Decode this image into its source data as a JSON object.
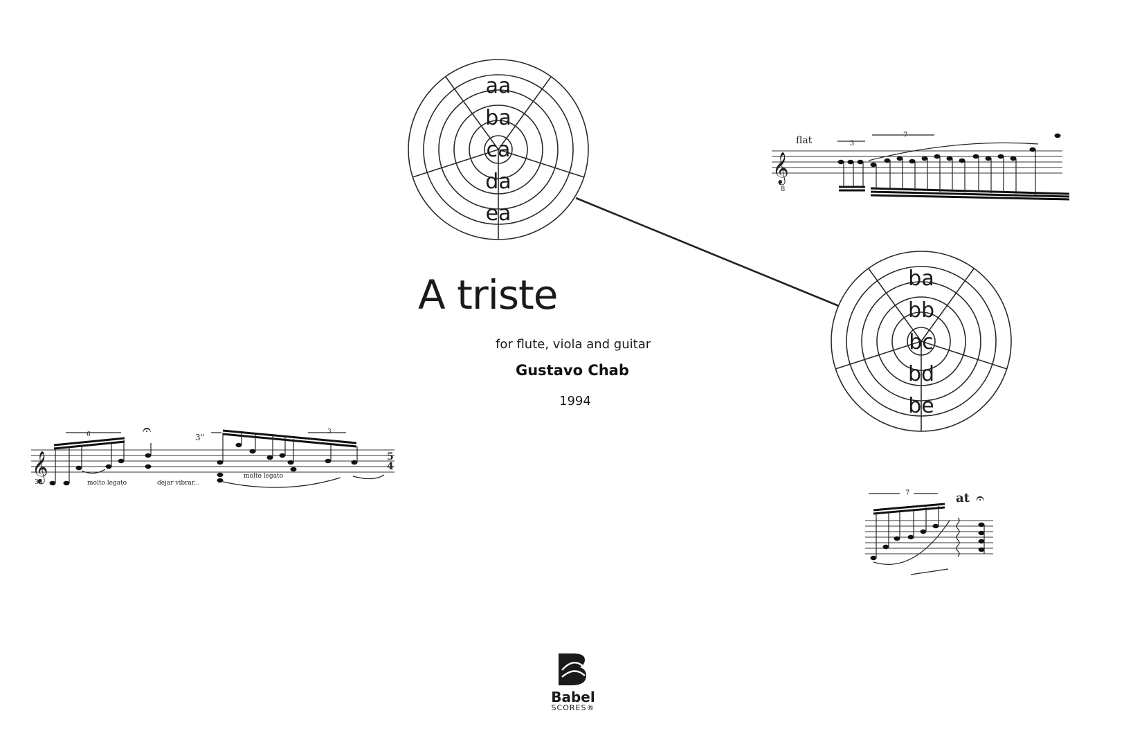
{
  "cover": {
    "title": "A triste",
    "subtitle": "for flute, viola and guitar",
    "composer": "Gustavo Chab",
    "year": "1994"
  },
  "wheel_left": {
    "labels": [
      "aa",
      "ba",
      "ca",
      "da",
      "ea"
    ]
  },
  "wheel_right": {
    "labels": [
      "ba",
      "bb",
      "bc",
      "bd",
      "be"
    ]
  },
  "excerpt_top_right": {
    "tempo_marking": "flat",
    "tuplet_a": "3",
    "tuplet_b": "7",
    "clef_octave": "8"
  },
  "excerpt_left": {
    "measure_number": "38",
    "tuplet_a": "6",
    "tuplet_b": "3",
    "duration": "3\"",
    "expression_a": "molto legato",
    "expression_b": "dejar vibrar...",
    "expression_c": "molto legato",
    "time_sig_top": "5",
    "time_sig_bottom": "4"
  },
  "excerpt_bottom_right": {
    "tuplet": "7",
    "marking": "at"
  },
  "logo": {
    "name": "Babel",
    "sub": "SCORES®"
  },
  "colors": {
    "ink": "#1a1a1a",
    "paper": "#ffffff"
  }
}
